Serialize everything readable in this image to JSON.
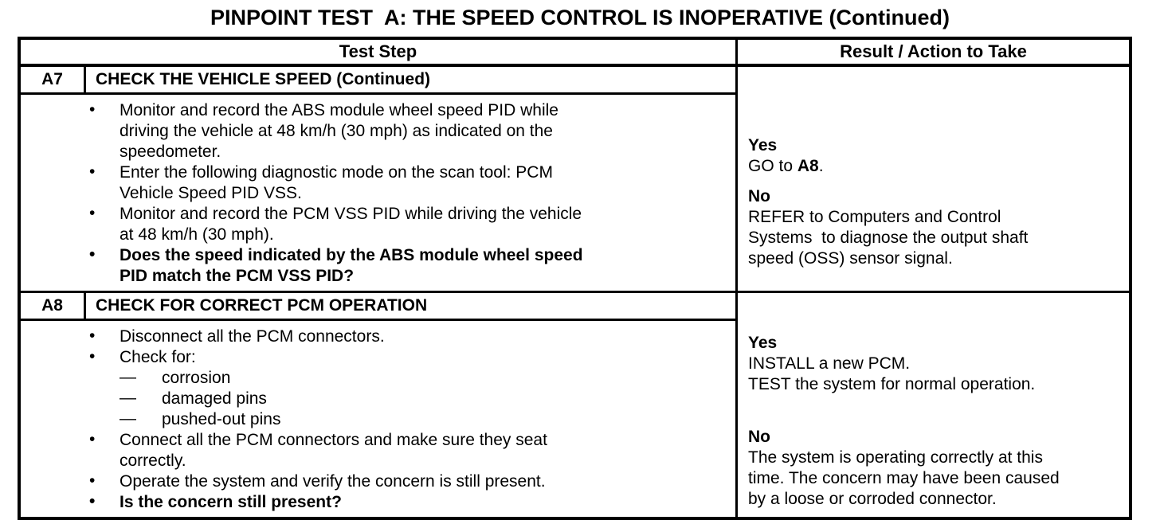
{
  "title": "PINPOINT TEST  A: THE SPEED CONTROL IS INOPERATIVE (Continued)",
  "icons": {
    "bullet": "•",
    "dash": "—"
  },
  "table": {
    "header": {
      "test_step": "Test Step",
      "result": "Result / Action to Take"
    },
    "steps": [
      {
        "id": "A7",
        "title": "CHECK THE VEHICLE SPEED (Continued)",
        "bullets": [
          {
            "bold": false,
            "lines": [
              "Monitor and record the ABS module wheel speed PID while",
              "driving the vehicle at 48 km/h (30 mph) as indicated on the",
              "speedometer."
            ]
          },
          {
            "bold": false,
            "lines": [
              "Enter the following diagnostic mode on the scan tool: PCM",
              "Vehicle Speed PID VSS."
            ]
          },
          {
            "bold": false,
            "lines": [
              "Monitor and record the PCM VSS PID while driving the vehicle",
              "at 48 km/h (30 mph)."
            ]
          },
          {
            "bold": true,
            "lines": [
              "Does the speed indicated by the ABS module wheel speed",
              "PID match the PCM VSS PID?"
            ]
          }
        ],
        "result_blocks": [
          {
            "label": "Yes",
            "lines": [
              [
                {
                  "t": "GO to "
                },
                {
                  "t": "A8",
                  "b": true
                },
                {
                  "t": "."
                }
              ]
            ]
          },
          {
            "label": "No",
            "lines": [
              "REFER to Computers and Control",
              "Systems  to diagnose the output shaft",
              "speed (OSS) sensor signal."
            ]
          }
        ]
      },
      {
        "id": "A8",
        "title": "CHECK FOR CORRECT PCM OPERATION",
        "bullets": [
          {
            "bold": false,
            "lines": [
              "Disconnect all the PCM connectors."
            ]
          },
          {
            "bold": false,
            "lines": [
              "Check for:"
            ],
            "dashes": [
              "corrosion",
              "damaged pins",
              "pushed-out pins"
            ]
          },
          {
            "bold": false,
            "lines": [
              "Connect all the PCM connectors and make sure they seat",
              "correctly."
            ]
          },
          {
            "bold": false,
            "lines": [
              "Operate the system and verify the concern is still present."
            ]
          },
          {
            "bold": true,
            "lines": [
              "Is the concern still present?"
            ]
          }
        ],
        "result_blocks": [
          {
            "label": "Yes",
            "lines": [
              "INSTALL a new PCM.",
              "TEST the system for normal operation."
            ]
          },
          {
            "label": "No",
            "lines": [
              "The system is operating correctly at this",
              "time. The concern may have been caused",
              "by a loose or corroded connector."
            ]
          }
        ]
      }
    ]
  }
}
